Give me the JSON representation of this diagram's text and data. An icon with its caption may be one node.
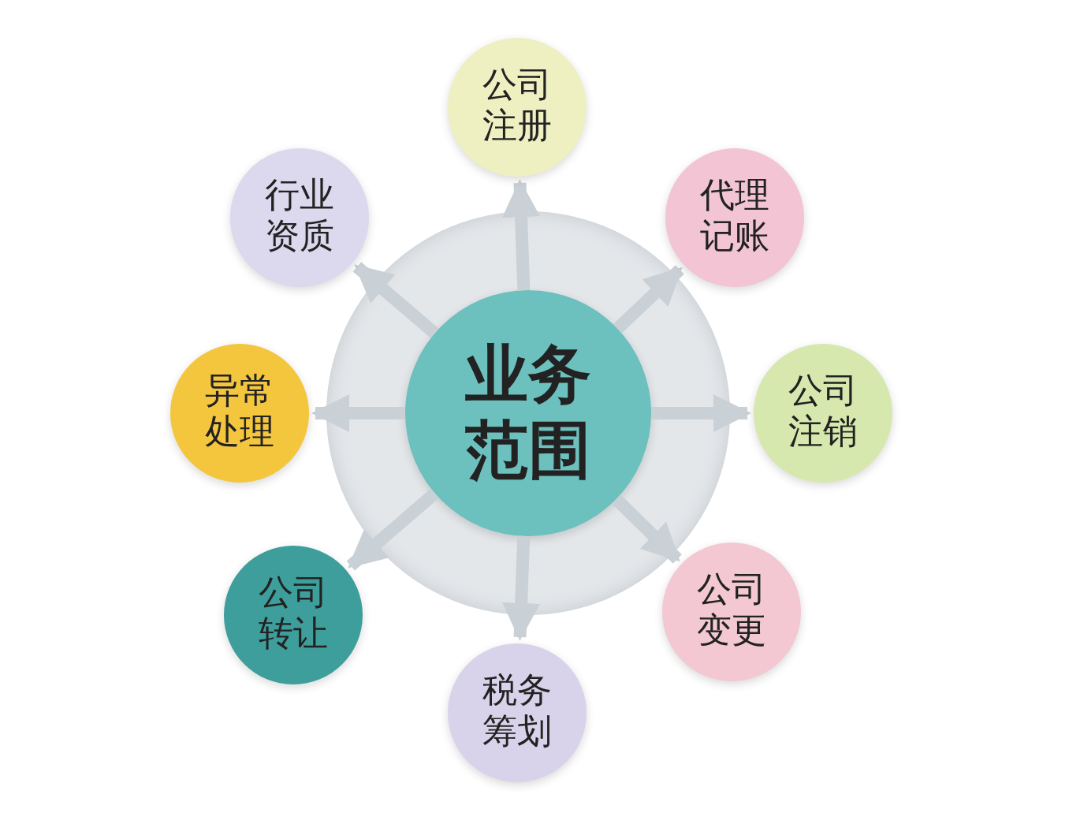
{
  "diagram": {
    "nodes": [
      {
        "text": [],
        "shape": "circle"
      },
      {
        "text": [
          "业务范围"
        ],
        "in": 0
      },
      {
        "text": [
          "公司注册"
        ]
      },
      {
        "text": [
          "行业资质"
        ]
      },
      {
        "text": [
          "代理记账"
        ]
      },
      {
        "text": [
          "异常处理"
        ]
      },
      {
        "text": [
          "公司注销"
        ]
      },
      {
        "text": [
          "公司转让"
        ]
      },
      {
        "text": [
          "公司变更"
        ]
      },
      {
        "text": [
          "税务筹划"
        ]
      }
    ],
    "edges": [
      {
        "from": 1,
        "to": 2,
        "arrow": "to"
      },
      {
        "from": 1,
        "to": 3,
        "arrow": "to"
      },
      {
        "from": 1,
        "to": 4,
        "arrow": "to"
      },
      {
        "from": 1,
        "to": 5,
        "arrow": "to"
      },
      {
        "from": 1,
        "to": 6,
        "arrow": "to"
      },
      {
        "from": 1,
        "to": 7,
        "arrow": "to"
      },
      {
        "from": 1,
        "to": 8,
        "arrow": "to"
      },
      {
        "from": 1,
        "to": 9,
        "arrow": "to"
      }
    ]
  }
}
